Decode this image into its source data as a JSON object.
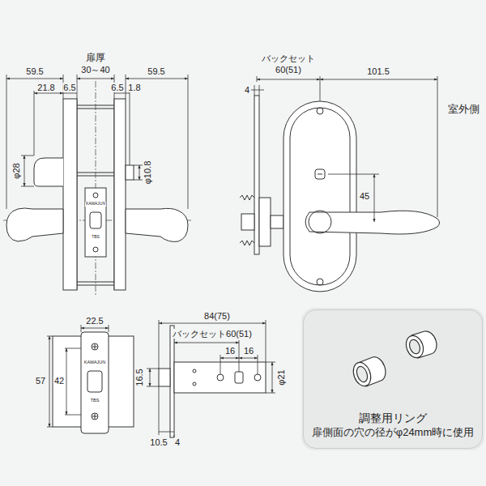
{
  "diagram": {
    "nodes": [
      {
        "text": [
          "調整用リング",
          "扉側面の穴の径がφ24mm時に使用"
        ]
      }
    ],
    "labels": [
      "扉厚",
      "30～40",
      "59.5",
      "59.5",
      "21.8",
      "6.5",
      "6.5",
      "1.8",
      "φ28",
      "φ10.8",
      "KAWAJUN",
      "TBS",
      "バックセット",
      "60(51)",
      "101.5",
      "4",
      "45",
      "室外側",
      "22.5",
      "57",
      "42",
      "KAWAJUN",
      "TBS",
      "84(75)",
      "バックセット60(51)",
      "16",
      "16",
      "16.5",
      "φ21",
      "10.5",
      "4"
    ]
  }
}
